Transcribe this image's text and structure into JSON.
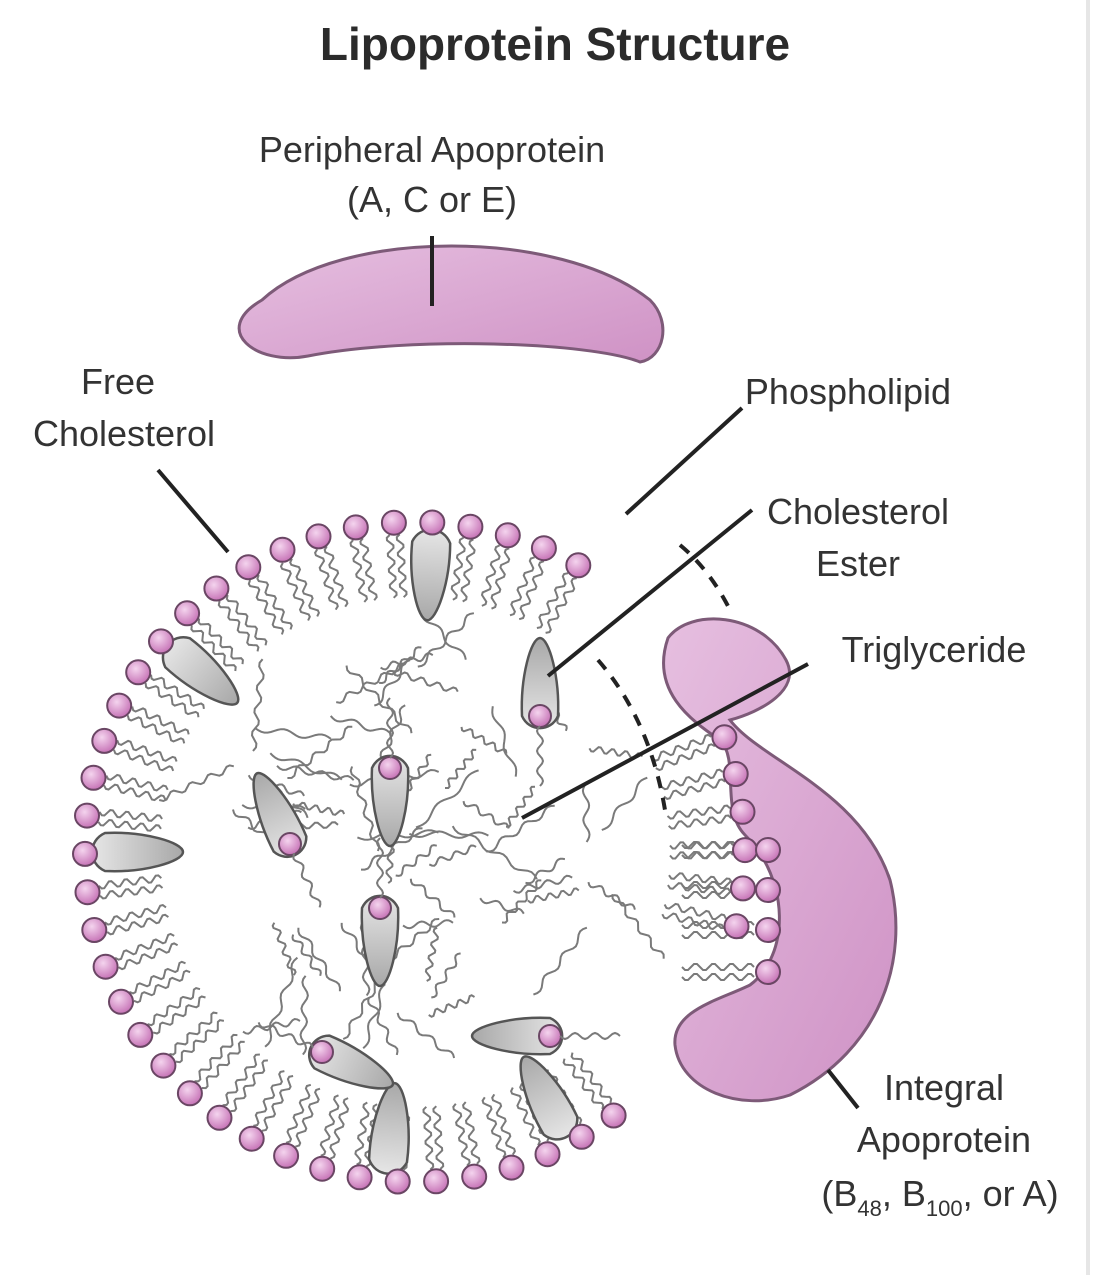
{
  "title": "Lipoprotein Structure",
  "labels": {
    "peripheral_line1": "Peripheral Apoprotein",
    "peripheral_line2": "(A, C or E)",
    "free_line1": "Free",
    "free_line2": "Cholesterol",
    "phospholipid": "Phospholipid",
    "ester_line1": "Cholesterol",
    "ester_line2": "Ester",
    "triglyceride": "Triglyceride",
    "integral_line1": "Integral",
    "integral_line2": "Apoprotein",
    "integral_line3": {
      "open": "(B",
      "sub1": "48",
      "mid": ", B",
      "sub2": "100",
      "end": ", or A)"
    }
  },
  "colors": {
    "protein_fill": "#d9a6d1",
    "protein_stroke": "#7d5a78",
    "head_fill": "#d187c4",
    "head_stroke": "#6a4664",
    "cholesterol_fill": "#c9c9c9",
    "cholesterol_stroke": "#555555",
    "tail_stroke": "#7a7a7a",
    "leader_line": "#222222"
  }
}
